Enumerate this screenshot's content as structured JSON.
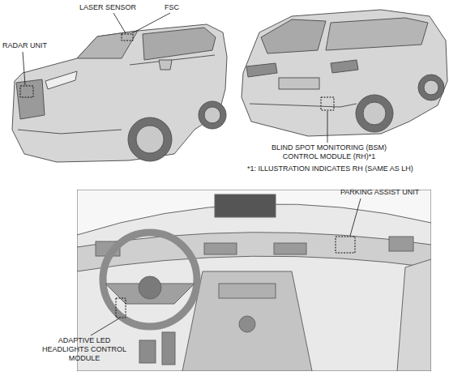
{
  "diagram": {
    "labels": [
      "LASER SENSOR",
      "FSC",
      "RADAR UNIT",
      "BLIND SPOT MONITORING (BSM) CONTROL MODULE (RH)*1",
      "*1: ILLUSTRATION INDICATES RH (SAME AS LH)",
      "PARKING ASSIST UNIT",
      "ADAPTIVE LED HEADLIGHTS CONTROL MODULE"
    ]
  }
}
